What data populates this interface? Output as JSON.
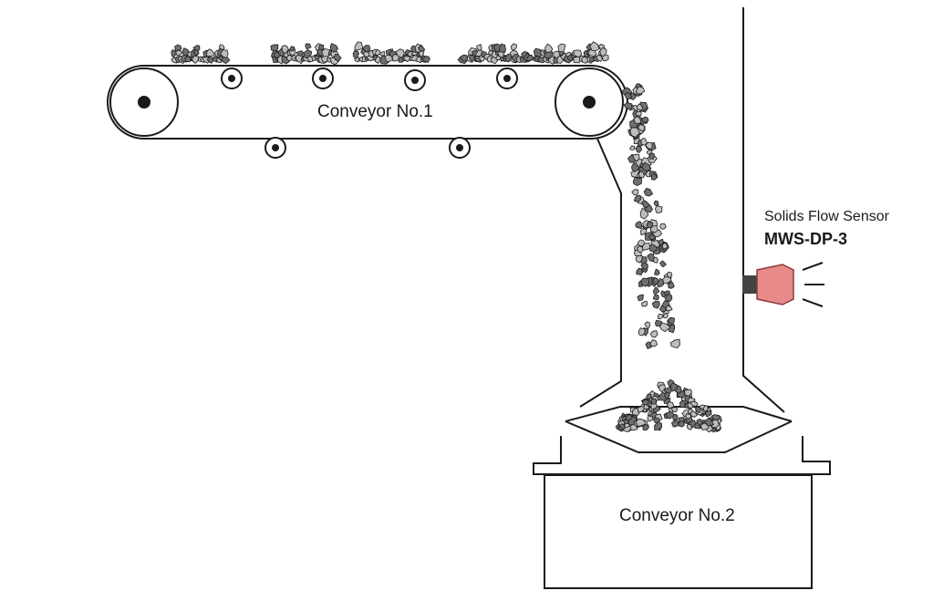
{
  "conveyor1": {
    "label": "Conveyor No.1"
  },
  "conveyor2": {
    "label": "Conveyor No.2"
  },
  "sensor": {
    "title": "Solids Flow Sensor",
    "model": "MWS-DP-3",
    "color": "#e88a8a"
  },
  "colors": {
    "line": "#1a1a1a",
    "material_dark": "#6f6f6f",
    "material_light": "#bdbdbd"
  }
}
